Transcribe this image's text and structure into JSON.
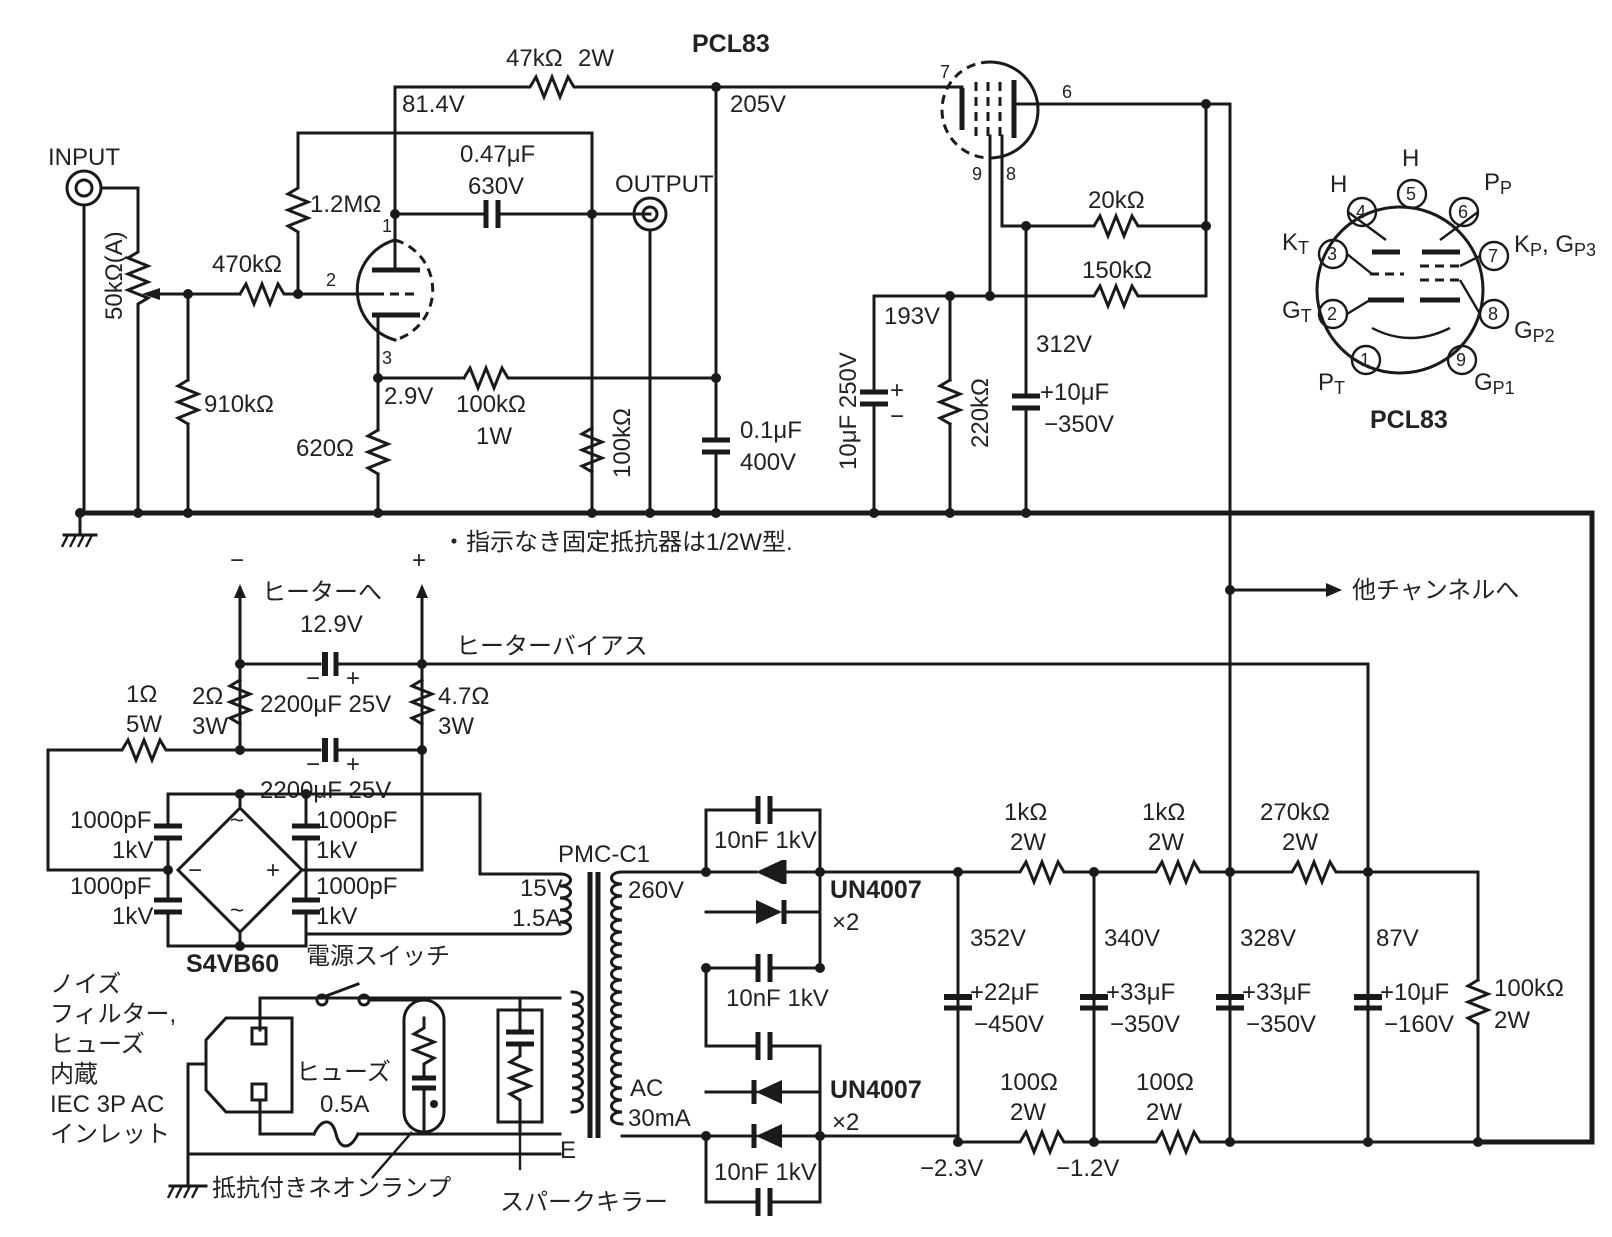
{
  "labels": {
    "input": "INPUT",
    "output": "OUTPUT",
    "tube_top": "PCL83",
    "tube_pinout": "PCL83",
    "pot": "50kΩ(A)",
    "r_470k": "470kΩ",
    "r_910k": "910kΩ",
    "r_1m2": "1.2MΩ",
    "r_620": "620Ω",
    "r_100k_1w_a": "100kΩ",
    "r_100k_1w_b": "1W",
    "r_100k_v": "100kΩ",
    "r_47k_a": "47kΩ",
    "r_47k_b": "2W",
    "c_047_a": "0.47μF",
    "c_047_b": "630V",
    "c_01_a": "0.1μF",
    "c_01_b": "400V",
    "v_81": "81.4V",
    "v_205": "205V",
    "v_29": "2.9V",
    "v_193": "193V",
    "v_312": "312V",
    "r_20k": "20kΩ",
    "r_150k": "150kΩ",
    "r_220k": "220kΩ",
    "c_10_250": "10μF 250V",
    "c_10_350_a": "+10μF",
    "c_10_350_b": "−350V",
    "pin7": "7",
    "pin6": "6",
    "pin9": "9",
    "pin8": "8",
    "tpin1": "1",
    "tpin2": "2",
    "tpin3": "3",
    "note": "・指示なき固定抵抗器は1/2W型.",
    "minus": "−",
    "plus": "+",
    "to_heater": "ヒーターへ",
    "v_129": "12.9V",
    "heater_bias": "ヒーターバイアス",
    "to_other_ch": "他チャンネルへ",
    "r_1_a": "1Ω",
    "r_1_b": "5W",
    "r_2_a": "2Ω",
    "r_2_b": "3W",
    "r_47_a": "4.7Ω",
    "r_47_b": "3W",
    "c_2200_1": "2200μF 25V",
    "c_2200_2": "2200μF 25V",
    "c_1000_1a": "1000pF",
    "c_1000_1b": "1kV",
    "c_1000_2a": "1000pF",
    "c_1000_2b": "1kV",
    "c_1000_3a": "1000pF",
    "c_1000_3b": "1kV",
    "c_1000_4a": "1000pF",
    "c_1000_4b": "1kV",
    "bridge": "S4VB60",
    "pmc": "PMC-C1",
    "v_15": "15V",
    "a_15": "1.5A",
    "v_260": "260V",
    "ac": "AC",
    "ma30": "30mA",
    "e": "E",
    "c_10n_1": "10nF 1kV",
    "c_10n_2": "10nF 1kV",
    "c_10n_3": "10nF 1kV",
    "un1": "UN4007",
    "x2_1": "×2",
    "un2": "UN4007",
    "x2_2": "×2",
    "r_1k_1a": "1kΩ",
    "r_1k_1b": "2W",
    "r_1k_2a": "1kΩ",
    "r_1k_2b": "2W",
    "r_270k_a": "270kΩ",
    "r_270k_b": "2W",
    "v_352": "352V",
    "v_340": "340V",
    "v_328": "328V",
    "v_87": "87V",
    "c_22_a": "+22μF",
    "c_22_b": "−450V",
    "c_33_1a": "+33μF",
    "c_33_1b": "−350V",
    "c_33_2a": "+33μF",
    "c_33_2b": "−350V",
    "c_10_160_a": "+10μF",
    "c_10_160_b": "−160V",
    "r_100k_2w_a": "100kΩ",
    "r_100k_2w_b": "2W",
    "r_100_1a": "100Ω",
    "r_100_1b": "2W",
    "r_100_2a": "100Ω",
    "r_100_2b": "2W",
    "v_m23": "−2.3V",
    "v_m12": "−1.2V",
    "power_switch": "電源スイッチ",
    "inlet_1": "ノイズ",
    "inlet_2": "フィルター,",
    "inlet_3": "ヒューズ",
    "inlet_4": "内蔵",
    "inlet_5": "IEC 3P AC",
    "inlet_6": "インレット",
    "fuse": "ヒューズ",
    "fuse_rating": "0.5A",
    "neon": "抵抗付きネオンランプ",
    "spark": "スパークキラー",
    "pinout": {
      "H1": "H",
      "H2": "H",
      "P": "P",
      "P_sub": "P",
      "K_T": "K",
      "K_T_sub": "T",
      "G_T": "G",
      "G_T_sub": "T",
      "P_T": "P",
      "P_T_sub": "T",
      "KP": "K",
      "KP_sub": "P",
      "GP3": ", G",
      "GP3_sub": "P3",
      "GP2": "G",
      "GP2_sub": "P2",
      "GP1": "G",
      "GP1_sub": "P1",
      "n1": "1",
      "n2": "2",
      "n3": "3",
      "n4": "4",
      "n5": "5",
      "n6": "6",
      "n7": "7",
      "n8": "8",
      "n9": "9"
    }
  }
}
